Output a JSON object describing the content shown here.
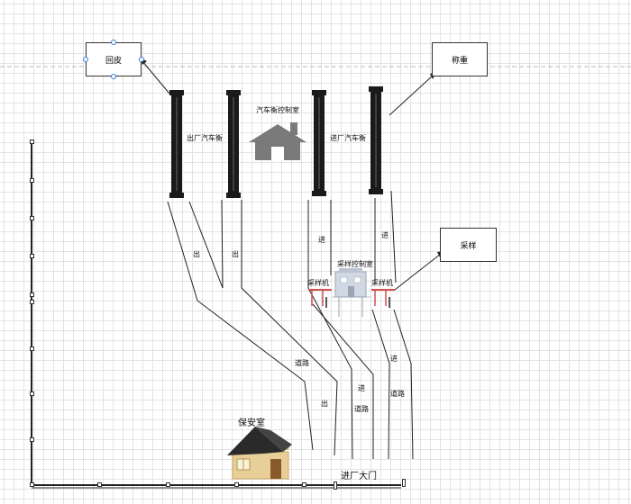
{
  "nodes": {
    "huipi": "回皮",
    "chengzhong": "称重",
    "caiyang": "采样"
  },
  "labels": {
    "control_room": "汽车衡控制室",
    "exit_scale": "出厂汽车衡",
    "entry_scale": "进厂汽车衡",
    "sampling_room": "采样控制室",
    "sampler_left": "采样机",
    "sampler_right": "采样机",
    "chu_1": "出",
    "chu_2": "出",
    "jin_1": "进",
    "jin_2": "进",
    "road_1": "道路",
    "chu_3": "出",
    "jin_3": "进",
    "road_2": "道路",
    "jin_4": "进",
    "road_3": "道路",
    "guard_room": "保安室",
    "gate": "进厂大门"
  },
  "icons": {
    "control_room": "house-icon",
    "sampling_room": "building-icon",
    "guard_room": "guardhouse-icon"
  },
  "colors": {
    "scale_fill": "#1a1a1a",
    "house_grey": "#7a7a7a",
    "sampler_red": "#d05050",
    "handle_blue": "#3a7bd5",
    "guard_roof": "#2a2a2a",
    "guard_wall": "#e8cf98"
  }
}
